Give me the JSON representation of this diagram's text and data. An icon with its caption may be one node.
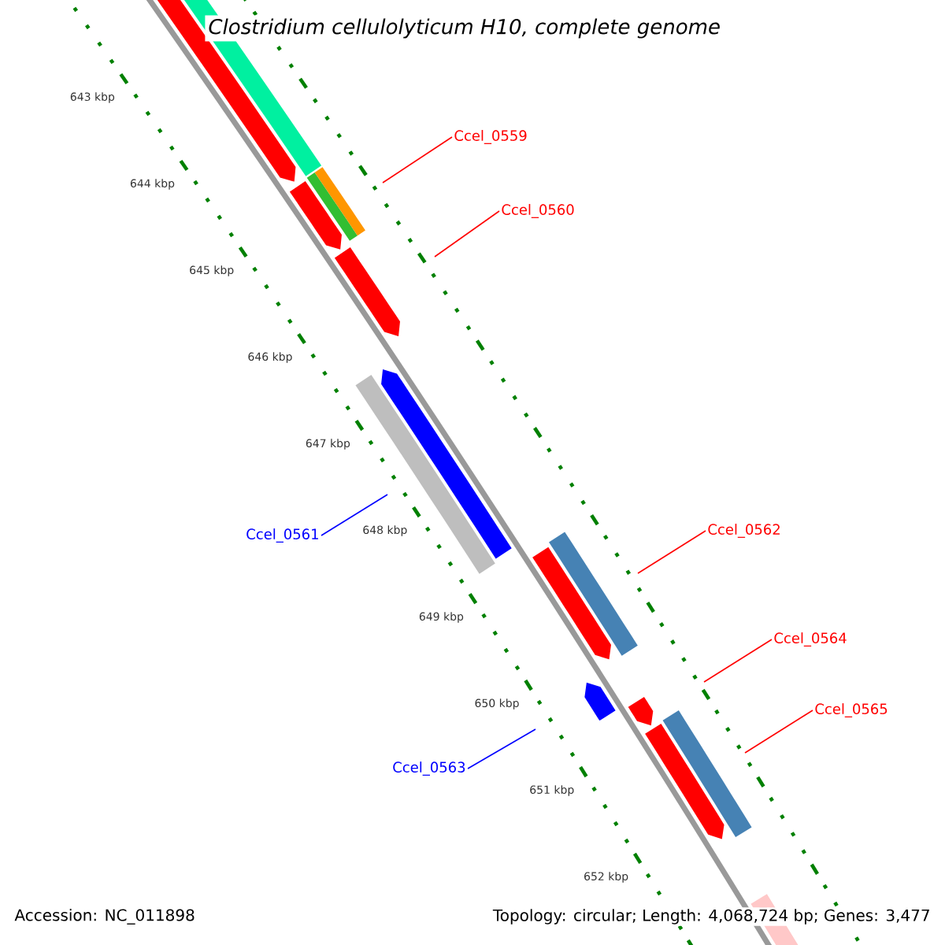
{
  "diagram": {
    "title": "Clostridium cellulolyticum H10, complete genome",
    "nodes": [
      {
        "text": [
          "Ccel_0559"
        ]
      },
      {
        "text": [
          "Ccel_0560"
        ]
      },
      {
        "text": [
          "Ccel_0561"
        ]
      },
      {
        "text": [
          "Ccel_0562"
        ]
      },
      {
        "text": [
          "Ccel_0564"
        ]
      },
      {
        "text": [
          "Ccel_0565"
        ]
      },
      {
        "text": [
          "Ccel_0563"
        ]
      }
    ],
    "edges": [
      {
        "from": 0,
        "to": null,
        "arrow": "none"
      },
      {
        "from": 1,
        "to": null,
        "arrow": "none"
      },
      {
        "from": 2,
        "to": null,
        "arrow": "none",
        "color": "#0000ff"
      },
      {
        "from": 3,
        "to": null,
        "arrow": "none"
      },
      {
        "from": 4,
        "to": null,
        "arrow": "none"
      },
      {
        "from": 5,
        "to": null,
        "arrow": "none"
      },
      {
        "from": 6,
        "to": null,
        "arrow": "none",
        "color": "#0000ff"
      }
    ],
    "labels": [
      "643 kbp",
      "644 kbp",
      "645 kbp",
      "646 kbp",
      "647 kbp",
      "648 kbp",
      "649 kbp",
      "650 kbp",
      "651 kbp",
      "652 kbp",
      "Accession: NC_011898",
      "Topology: circular; Length: 4,068,724 bp; Genes: 3,477"
    ]
  }
}
